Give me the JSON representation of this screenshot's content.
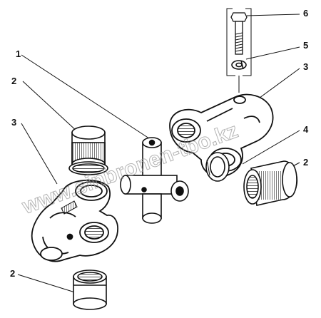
{
  "diagram": {
    "callouts": [
      "1",
      "2",
      "3",
      "4",
      "5",
      "6"
    ],
    "watermark": "www.sinbronen-tbo.kz"
  }
}
